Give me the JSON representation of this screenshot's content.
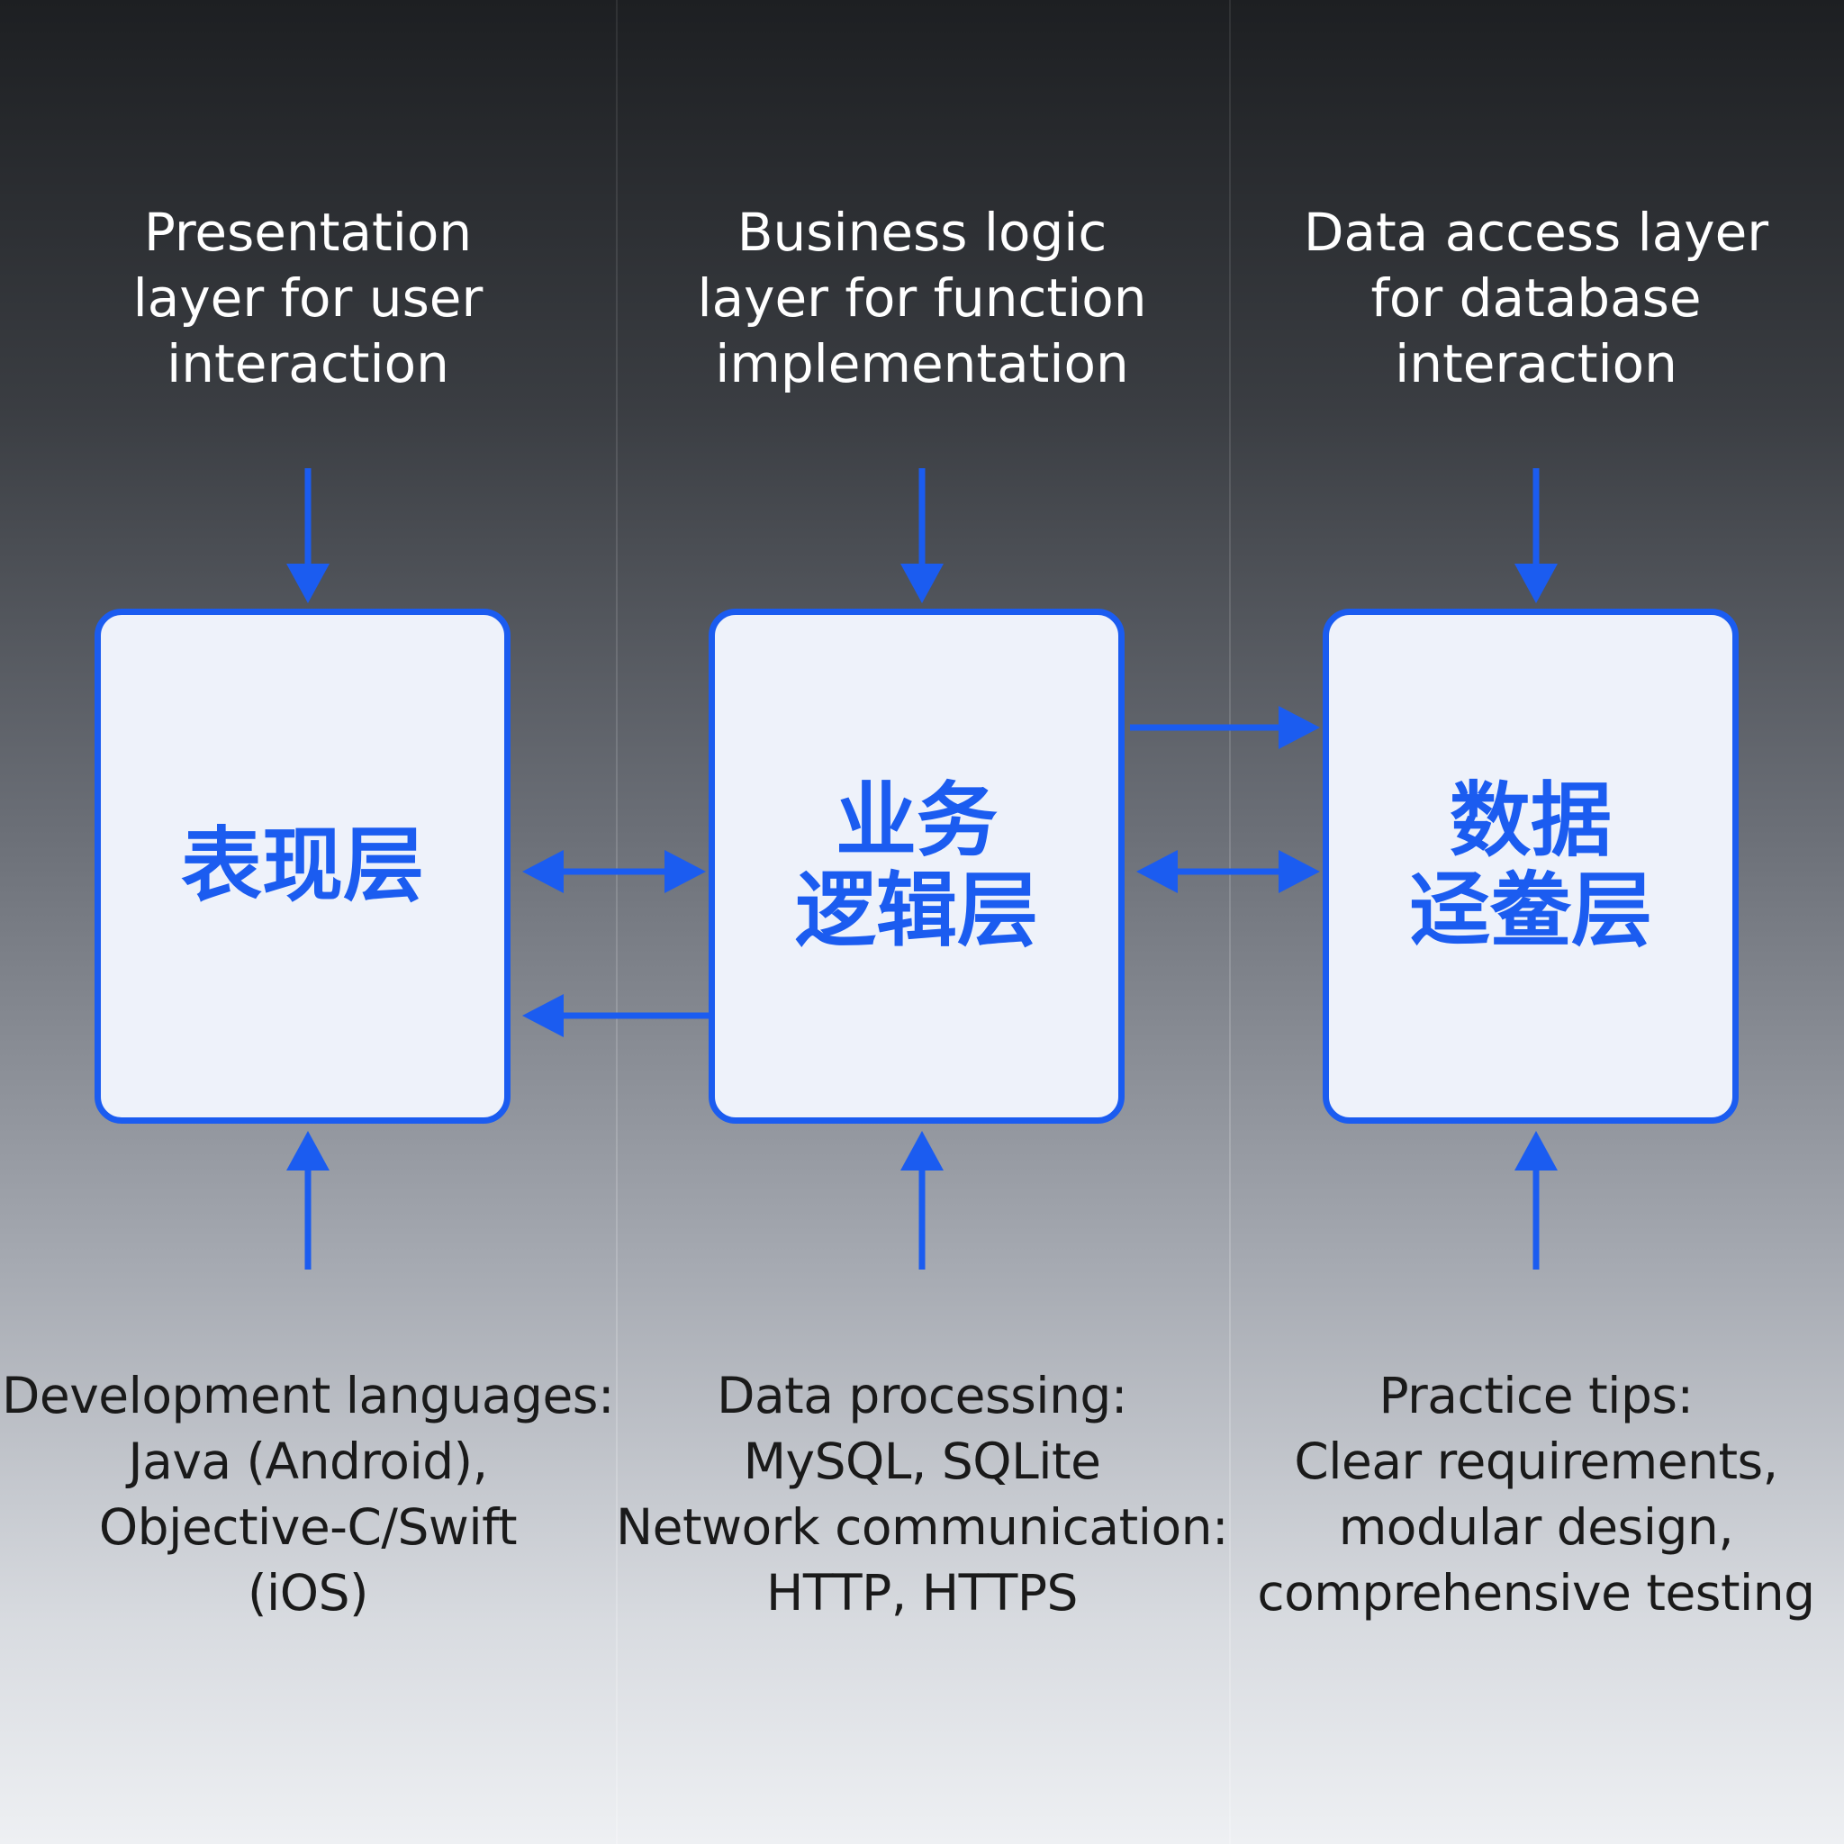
{
  "layers": [
    {
      "key": "presentation",
      "top_label": "Presentation\nlayer for user\ninteraction",
      "box_title": "表现层",
      "bottom_label": "Development languages:\nJava (Android),\nObjective-C/Swift\n(iOS)"
    },
    {
      "key": "business",
      "top_label": "Business logic\nlayer for function\nimplementation",
      "box_title": "业务\n逻辑层",
      "bottom_label": "Data processing:\nMySQL, SQLite\nNetwork communication:\nHTTP, HTTPS"
    },
    {
      "key": "data",
      "top_label": "Data access layer\nfor database\ninteraction",
      "box_title": "数据\n迳鲞层",
      "bottom_label": "Practice tips:\nClear requirements,\nmodular design,\ncomprehensive testing"
    }
  ],
  "colors": {
    "accent": "#1b5cf0",
    "box_fill": "#eef2fa",
    "top_text": "#ffffff",
    "bottom_text": "#1a1a1a"
  },
  "connections": [
    {
      "from": "presentation",
      "to": "business",
      "direction": "bidirectional"
    },
    {
      "from": "business",
      "to": "presentation",
      "direction": "one-way"
    },
    {
      "from": "business",
      "to": "data",
      "direction": "one-way"
    },
    {
      "from": "business",
      "to": "data",
      "direction": "bidirectional"
    }
  ]
}
